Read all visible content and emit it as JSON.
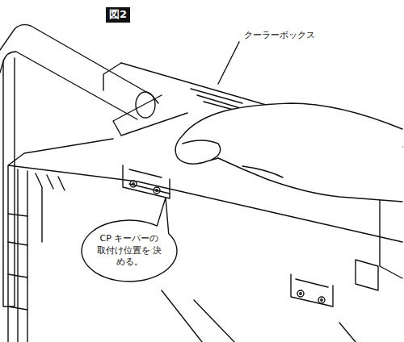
{
  "diagram": {
    "title": "図2",
    "nodes": [
      {
        "text": [
          "CP キーパーの 取付け位置を 決める。"
        ]
      }
    ],
    "labels": [
      "クーラーボックス"
    ]
  }
}
